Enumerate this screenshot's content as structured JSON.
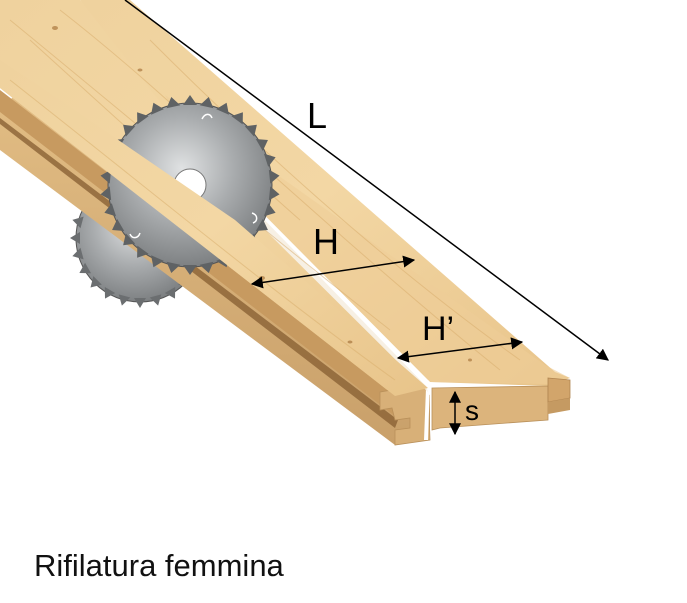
{
  "labels": {
    "length": "L",
    "width": "H",
    "width_prime": "H’",
    "thickness": "s"
  },
  "caption": "Rifilatura femmina",
  "colors": {
    "wood_top": "#f0cf97",
    "wood_side": "#d9b27a",
    "wood_dark": "#b88a52",
    "blade": "#8f9294",
    "blade_light": "#c9cbcc",
    "ink": "#000000"
  },
  "icons": [
    "saw-blade-icon"
  ]
}
